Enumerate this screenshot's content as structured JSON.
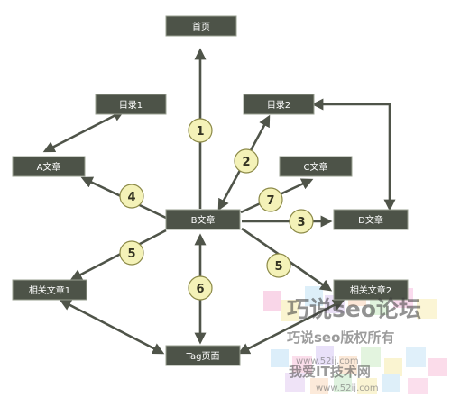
{
  "nodes": {
    "home": "首页",
    "dir1": "目录1",
    "dir2": "目录2",
    "a": "A文章",
    "c": "C文章",
    "b": "B文章",
    "d": "D文章",
    "related1": "相关文章1",
    "related2": "相关文章2",
    "tag": "Tag页面"
  },
  "badges": {
    "b1": "1",
    "b2": "2",
    "b3": "3",
    "b4": "4",
    "b5a": "5",
    "b5b": "5",
    "b6": "6",
    "b7": "7"
  },
  "watermark": {
    "line1": "巧说seo论坛",
    "line2": "巧说seo版权所有",
    "line3": "我爱IT技术网",
    "url1": "www.52ij.com",
    "url2": "www.52ij.com"
  },
  "colors": {
    "node_fill": "#4d5348",
    "badge_fill": "#f4f2b8",
    "edge": "#4f5449"
  }
}
